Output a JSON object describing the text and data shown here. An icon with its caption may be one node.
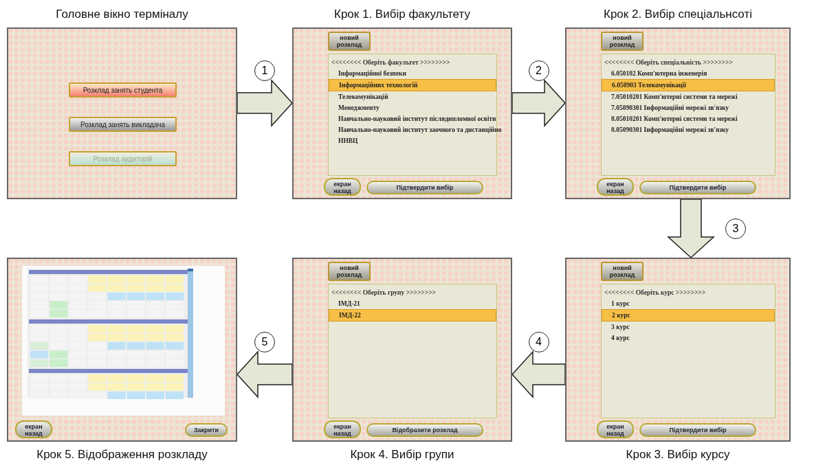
{
  "diagram": {
    "nodes": [
      {
        "text": [
          "Головне вікно терміналу"
        ]
      },
      {
        "text": [
          "Розклад занять студента"
        ],
        "in": 0
      },
      {
        "text": [
          "Розклад занять викладача"
        ],
        "in": 0
      },
      {
        "text": [
          "Розклад аудиторій"
        ],
        "in": 0
      },
      {
        "text": [
          "Крок 1. Вибір факультету"
        ]
      },
      {
        "text": [
          "новий розклад"
        ],
        "in": 4
      },
      {
        "text": [
          "<<<<<<<< Оберіть факультет >>>>>>>>",
          "Інформаційної безпеки",
          "Телекомунікацій",
          "Менеджменту",
          "Навчально-науковий інститут післядипломної освіти",
          "Навчально-науковий інститут заочного та дистанційно",
          "ННВЦ"
        ],
        "in": 4
      },
      {
        "text": [
          "Інформаційних технологій"
        ],
        "in": 6
      },
      {
        "text": [
          "екран назад"
        ],
        "in": 4
      },
      {
        "text": [
          "Підтвердити вибір"
        ],
        "in": 4
      },
      {
        "text": [
          "Крок 2. Вибір спеціальнсоті"
        ]
      },
      {
        "text": [
          "новий розклад"
        ],
        "in": 10
      },
      {
        "text": [
          "<<<<<<<< Оберіть спеціальність >>>>>>>>",
          "6.050102 Комп'ютерна інженерія",
          "7.05010201 Комп'ютерні системи та мережі",
          "7.05090301 Інформаційні мережі зв'язку",
          "8.05010201 Комп'ютерні системи та мережі",
          "8.05090301 Інформаційні мережі зв'язку"
        ],
        "in": 10
      },
      {
        "text": [
          "6.050903 Телекомунікації"
        ],
        "in": 12
      },
      {
        "text": [
          "екран назад"
        ],
        "in": 10
      },
      {
        "text": [
          "Підтвердити вибір"
        ],
        "in": 10
      },
      {
        "text": [
          "Крок 3. Вибір курсу"
        ]
      },
      {
        "text": [
          "новий розклад"
        ],
        "in": 16
      },
      {
        "text": [
          "<<<<<<<< Оберіть курс >>>>>>>>",
          "1 курс",
          "3 курс",
          "4 курс"
        ],
        "in": 16
      },
      {
        "text": [
          "2 курс"
        ],
        "in": 18
      },
      {
        "text": [
          "екран назад"
        ],
        "in": 16
      },
      {
        "text": [
          "Підтвердити вибір"
        ],
        "in": 16
      },
      {
        "text": [
          "Крок 4. Вибір групи"
        ]
      },
      {
        "text": [
          "новий розклад"
        ],
        "in": 22
      },
      {
        "text": [
          "<<<<<<<< Оберіть групу >>>>>>>>",
          "ІМД-21"
        ],
        "in": 22
      },
      {
        "text": [
          "ІМД-22"
        ],
        "in": 24
      },
      {
        "text": [
          "екран назад"
        ],
        "in": 22
      },
      {
        "text": [
          "Відобразити розклад"
        ],
        "in": 22
      },
      {
        "text": [
          "Крок 5. Відображення розкладу"
        ]
      },
      {
        "text": [
          "екран назад"
        ],
        "in": 28
      },
      {
        "text": [
          "Закрити"
        ],
        "in": 28
      }
    ],
    "edges": [
      {
        "from": 0,
        "to": 4,
        "arrow": "to",
        "label": "1"
      },
      {
        "from": 4,
        "to": 10,
        "arrow": "to",
        "label": "2"
      },
      {
        "from": 10,
        "to": 16,
        "arrow": "to",
        "label": "3"
      },
      {
        "from": 16,
        "to": 22,
        "arrow": "to",
        "label": "4"
      },
      {
        "from": 22,
        "to": 28,
        "arrow": "to",
        "label": "5"
      }
    ]
  }
}
